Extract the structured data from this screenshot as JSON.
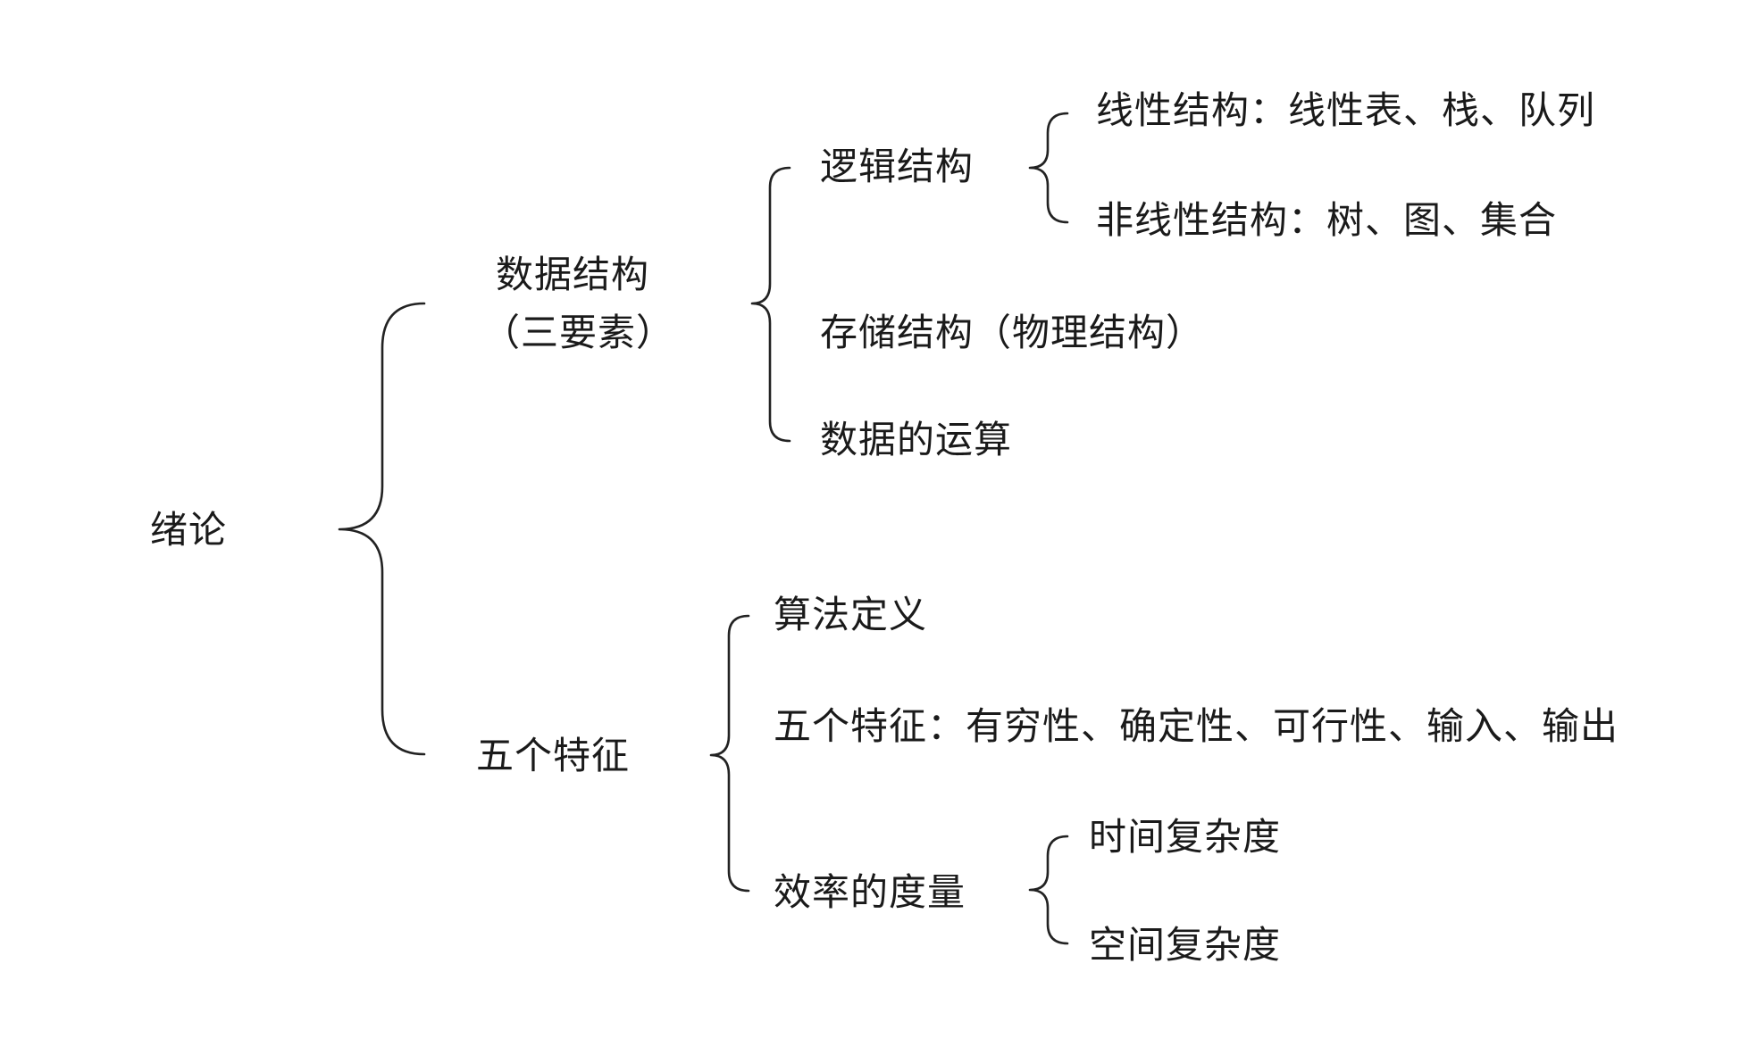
{
  "tree": {
    "root": {
      "label": "绪论"
    },
    "data_structure": {
      "label_line1": "数据结构",
      "label_line2": "（三要素）",
      "logical": {
        "label": "逻辑结构",
        "linear": "线性结构：线性表、栈、队列",
        "nonlinear": "非线性结构：树、图、集合"
      },
      "storage": "存储结构（物理结构）",
      "operations": "数据的运算"
    },
    "algorithm": {
      "label": "五个特征",
      "definition": "算法定义",
      "features": "五个特征：有穷性、确定性、可行性、输入、输出",
      "efficiency": {
        "label": "效率的度量",
        "time": "时间复杂度",
        "space": "空间复杂度"
      }
    }
  },
  "colors": {
    "text": "#1a1a1a",
    "line": "#222222",
    "background": "#ffffff"
  }
}
